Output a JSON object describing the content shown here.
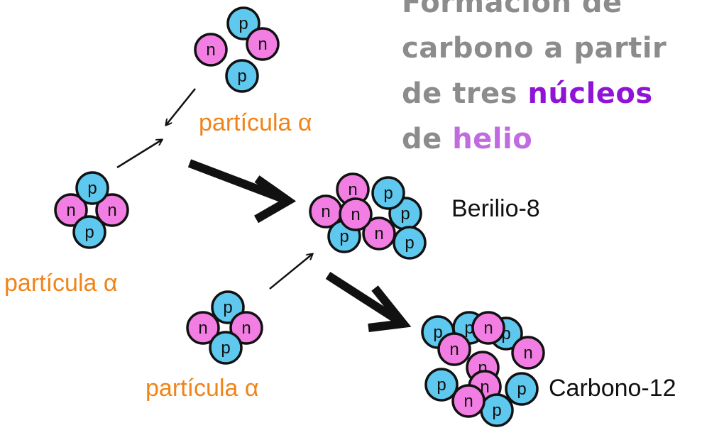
{
  "title": {
    "line1": "Formación de",
    "line2": "carbono a partir",
    "line3_prefix": "de tres ",
    "line3_highlight": "núcleos",
    "line4_prefix": "de ",
    "line4_highlight": "helio"
  },
  "labels": {
    "alpha_top": "partícula α",
    "alpha_left": "partícula α",
    "alpha_bottom": "partícula α",
    "beryllium": "Berilio-8",
    "carbon": "Carbono-12"
  },
  "particle_letters": {
    "proton": "p",
    "neutron": "n"
  },
  "colors": {
    "proton": "#5ec8ef",
    "neutron": "#f27ee3",
    "label_orange": "#f08418",
    "title_gray": "#8c8c8c",
    "title_purple": "#8f14d6",
    "title_violet": "#c06ce0"
  }
}
